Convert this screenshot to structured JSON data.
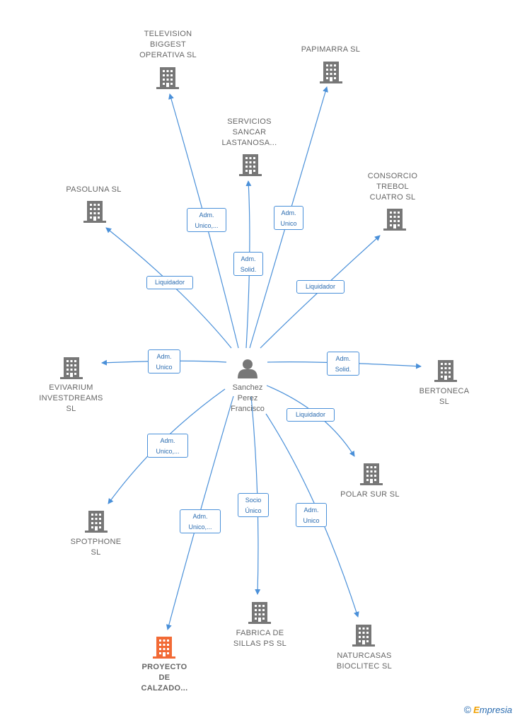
{
  "colors": {
    "edge": "#4a90d9",
    "building": "#777777",
    "highlight": "#f26a35",
    "person": "#777777"
  },
  "center": {
    "name": "Sanchez\nPerez\nFrancisco",
    "icon": "person-icon"
  },
  "nodes": [
    {
      "id": "television",
      "label": "TELEVISION\nBIGGEST\nOPERATIVA SL",
      "icon": "building-icon"
    },
    {
      "id": "papimarra",
      "label": "PAPIMARRA SL",
      "icon": "building-icon"
    },
    {
      "id": "servicios",
      "label": "SERVICIOS\nSANCAR\nLASTANOSA...",
      "icon": "building-icon"
    },
    {
      "id": "consorcio",
      "label": "CONSORCIO\nTREBOL\nCUATRO SL",
      "icon": "building-icon"
    },
    {
      "id": "pasoluna",
      "label": "PASOLUNA SL",
      "icon": "building-icon"
    },
    {
      "id": "evivarium",
      "label": "EVIVARIUM\nINVESTDREAMS\nSL",
      "icon": "building-icon"
    },
    {
      "id": "bertoneca",
      "label": "BERTONECA\nSL",
      "icon": "building-icon"
    },
    {
      "id": "polarsur",
      "label": "POLAR SUR SL",
      "icon": "building-icon"
    },
    {
      "id": "spotphone",
      "label": "SPOTPHONE\nSL",
      "icon": "building-icon"
    },
    {
      "id": "fabrica",
      "label": "FABRICA DE\nSILLAS PS  SL",
      "icon": "building-icon"
    },
    {
      "id": "naturcasas",
      "label": "NATURCASAS\nBIOCLITEC  SL",
      "icon": "building-icon"
    },
    {
      "id": "proyecto",
      "label": "PROYECTO\nDE\nCALZADO...",
      "icon": "building-icon",
      "highlight": true
    }
  ],
  "edges": [
    {
      "to": "television",
      "label": "Adm.\nUnico,..."
    },
    {
      "to": "papimarra",
      "label": "Adm.\nUnico"
    },
    {
      "to": "servicios",
      "label": "Adm.\nSolid."
    },
    {
      "to": "consorcio",
      "label": "Liquidador"
    },
    {
      "to": "pasoluna",
      "label": "Liquidador"
    },
    {
      "to": "evivarium",
      "label": "Adm.\nUnico"
    },
    {
      "to": "bertoneca",
      "label": "Adm.\nSolid."
    },
    {
      "to": "polarsur",
      "label": "Liquidador"
    },
    {
      "to": "spotphone",
      "label": "Adm.\nUnico,..."
    },
    {
      "to": "fabrica",
      "label": "Socio\nÚnico"
    },
    {
      "to": "naturcasas",
      "label": "Adm.\nUnico"
    },
    {
      "to": "proyecto",
      "label": "Adm.\nUnico,..."
    }
  ],
  "watermark": {
    "copyright": "©",
    "brand_initial": "E",
    "brand_rest": "mpresia"
  }
}
